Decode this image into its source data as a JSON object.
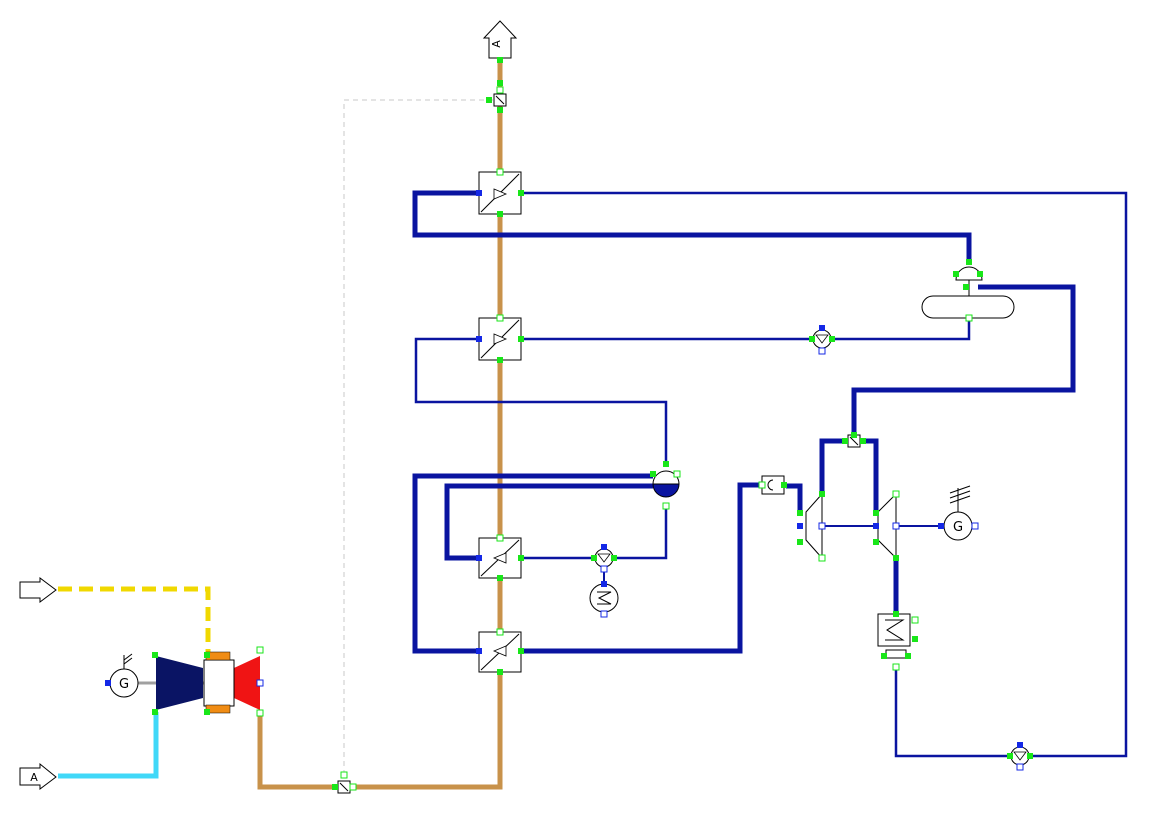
{
  "diagram": {
    "type": "power-plant-flowsheet",
    "colors": {
      "background": "#ffffff",
      "water_steam": "#0a14a0",
      "flue_gas": "#c8924a",
      "fuel": "#f0d800",
      "air": "#40d8f8",
      "port_green": "#19e619",
      "port_blue": "#1428e6",
      "compressor": "#0a1464",
      "turbine": "#f01414",
      "combustor": "#f08c14",
      "signal_line": "#c8c8c8"
    },
    "labels": {
      "air_inlet": "A",
      "stack_outlet": "A",
      "gas_turbine_generator": "G",
      "steam_turbine_generator": "G"
    },
    "components": [
      {
        "id": "air-source",
        "kind": "boundary"
      },
      {
        "id": "fuel-source",
        "kind": "boundary"
      },
      {
        "id": "stack-outlet",
        "kind": "boundary"
      },
      {
        "id": "gas-turbine",
        "kind": "gas-turbine"
      },
      {
        "id": "gt-generator",
        "kind": "generator"
      },
      {
        "id": "hrsg-hx-1",
        "kind": "heat-exchanger"
      },
      {
        "id": "hrsg-hx-2",
        "kind": "heat-exchanger"
      },
      {
        "id": "hrsg-hx-3",
        "kind": "heat-exchanger"
      },
      {
        "id": "hrsg-hx-4",
        "kind": "heat-exchanger"
      },
      {
        "id": "steam-drum",
        "kind": "drum"
      },
      {
        "id": "deaerator",
        "kind": "drum"
      },
      {
        "id": "circulation-pump",
        "kind": "pump"
      },
      {
        "id": "pump-motor",
        "kind": "motor"
      },
      {
        "id": "feed-pump-1",
        "kind": "pump"
      },
      {
        "id": "feed-pump-2",
        "kind": "pump"
      },
      {
        "id": "steam-turbine-hp",
        "kind": "turbine"
      },
      {
        "id": "steam-turbine-lp",
        "kind": "turbine"
      },
      {
        "id": "st-generator",
        "kind": "generator"
      },
      {
        "id": "condenser",
        "kind": "condenser"
      },
      {
        "id": "steam-valve",
        "kind": "valve"
      }
    ]
  }
}
